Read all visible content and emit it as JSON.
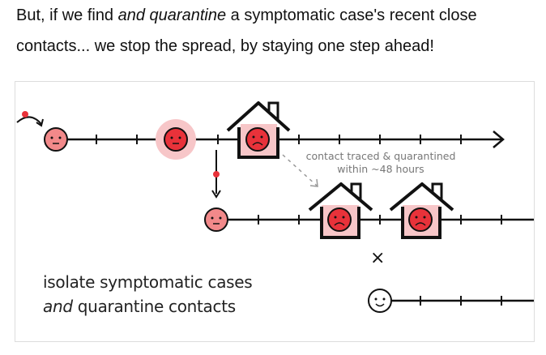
{
  "intro": {
    "line1_before": "But, if we find ",
    "line1_italic": "and quarantine",
    "line1_after": " a symptomatic case's recent close",
    "line2": "contacts... we stop the spread, by staying one step ahead!"
  },
  "figure": {
    "annotation_line1": "contact traced & quarantined",
    "annotation_line2": "within ~48 hours",
    "caption_line1": "isolate symptomatic cases",
    "caption_italic": "and",
    "caption_line2_rest": " quarantine contacts",
    "x_mark": "×"
  },
  "colors": {
    "infected_light": "#f2898a",
    "infected_dark": "#e8323a",
    "glow": "#f7c6c8",
    "line": "#111111",
    "arrow_red": "#e8323a",
    "dashed_gray": "#999999"
  }
}
